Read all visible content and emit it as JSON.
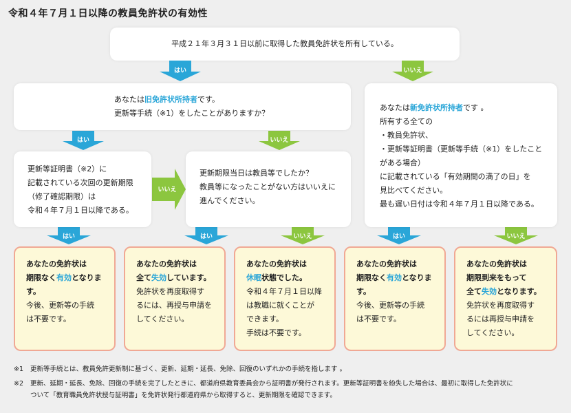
{
  "title": "令和４年７月１日以降の教員免許状の有効性",
  "q_top": "平成２１年３月３１日以前に取得した教員免許状を所有している。",
  "yes": "はい",
  "no": "いいえ",
  "q_old": {
    "l1_pre": "あなたは",
    "l1_hl": "旧免許状所持者",
    "l1_post": "です。",
    "l2": "更新等手続（※1）をしたことがありますか？"
  },
  "q_cert": {
    "l1": "更新等証明書（※2）に",
    "l2": "記載されている次回の更新期限",
    "l3": "（修了確認期限）は",
    "l4": "令和４年７月１日以降である。"
  },
  "q_day": {
    "l1": "更新期限当日は教員等でしたか？",
    "l2": "教員等になったことがない方はいいえに",
    "l3": "進んでください。"
  },
  "q_new": {
    "l1_pre": "あなたは",
    "l1_hl": "新免許状所持者",
    "l1_post": "です 。",
    "l2": "所有する全ての",
    "l3": "・教員免許状、",
    "l4": "・更新等証明書（更新等手続（※1）をしたこと",
    "l5": "がある場合）",
    "l6": "に記載されている「有効期間の満了の日」を",
    "l7": "見比べてください。",
    "l8": "最も遅い日付は令和４年７月１日以降である。"
  },
  "results": [
    {
      "l1": "あなたの免許状は",
      "l2_pre": "期限なく",
      "l2_hl": "有効",
      "l2_post": "となりま",
      "l3": "す。",
      "l4": "今後、更新等の手続",
      "l5": "は不要です。"
    },
    {
      "l1": "あなたの免許状は",
      "l2_pre": "全て",
      "l2_hl": "失効",
      "l2_post": "しています。",
      "l3": "免許状を再度取得す",
      "l4": "るには、再授与申請を",
      "l5": "してください。"
    },
    {
      "l1": "あなたの免許状は",
      "l2_hl": "休眠",
      "l2_post": "状態でした。",
      "l3": "令和４年７月１日以降",
      "l4": "は教職に就くことが",
      "l5": "できます。",
      "l6": "手続は不要です。"
    },
    {
      "l1": "あなたの免許状は",
      "l2_pre": "期限なく",
      "l2_hl": "有効",
      "l2_post": "となりま",
      "l3": "す。",
      "l4": "今後、更新等の手続",
      "l5": "は不要です。"
    },
    {
      "l1": "あなたの免許状は",
      "l2": "期限到来をもって",
      "l3_pre": "全て",
      "l3_hl": "失効",
      "l3_post": "となります。",
      "l4": "免許状を再度取得す",
      "l5": "るには再授与申請を",
      "l6": "してください。"
    }
  ],
  "notes": {
    "n1_mark": "※1",
    "n1": "更新等手続とは、教員免許更新制に基づく、更新、延期・延長、免除、回復のいずれかの手続を指します 。",
    "n2_mark": "※2",
    "n2a": "更新、延期・延長、免除、回復の手続を完了したときに、都道府県教育委員会から証明書が発行されます。更新等証明書を紛失した場合は、最初に取得した免許状に",
    "n2b": "ついて「教育職員免許状授与証明書」を免許状発行都道府県から取得すると、更新期限を確認できます。"
  },
  "colors": {
    "down_arrow": "#2aa6d8",
    "no_arrow": "#8cc63f",
    "highlight": "#2aa6d8",
    "result_bg": "#fdf9d8",
    "result_border": "#f0a894"
  }
}
